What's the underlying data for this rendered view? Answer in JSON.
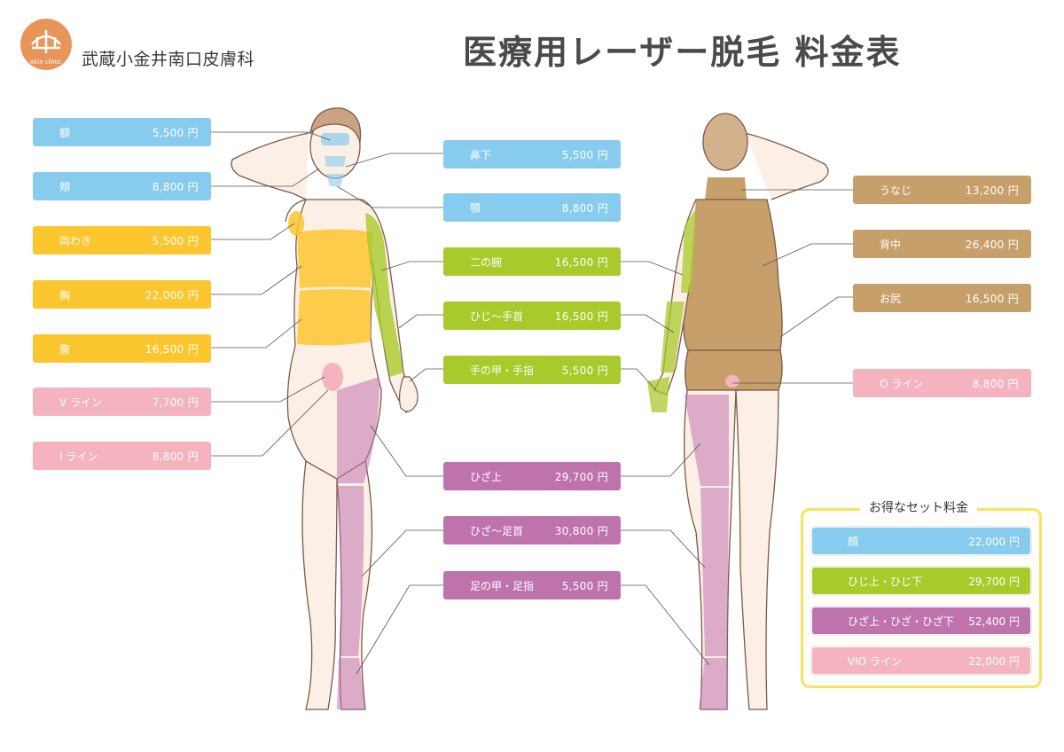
{
  "header": {
    "clinic_name": "武蔵小金井南口皮膚科",
    "title": "医療用レーザー脱毛 料金表",
    "logo_text": "skin clinic"
  },
  "colors": {
    "face": "#87ccee",
    "upper_body": "#fcc62e",
    "vio": "#f4b3bf",
    "arm": "#a8ca2b",
    "leg": "#bf73ad",
    "back": "#c79f6a",
    "set_border": "#f6e45e",
    "logo": "#e8955a"
  },
  "front_left": [
    {
      "label": "額",
      "price": "5,500 円"
    },
    {
      "label": "頬",
      "price": "8,800 円"
    },
    {
      "label": "両わき",
      "price": "5,500 円"
    },
    {
      "label": "胸",
      "price": "22,000 円"
    },
    {
      "label": "腹",
      "price": "16,500 円"
    },
    {
      "label": "V ライン",
      "price": "7,700 円"
    },
    {
      "label": "I ライン",
      "price": "8,800 円"
    }
  ],
  "center": [
    {
      "label": "鼻下",
      "price": "5,500 円"
    },
    {
      "label": "顎",
      "price": "8,800 円"
    },
    {
      "label": "二の腕",
      "price": "16,500 円"
    },
    {
      "label": "ひじ～手首",
      "price": "16,500 円"
    },
    {
      "label": "手の甲・手指",
      "price": "5,500 円"
    },
    {
      "label": "ひざ上",
      "price": "29,700 円"
    },
    {
      "label": "ひざ～足首",
      "price": "30,800 円"
    },
    {
      "label": "足の甲・足指",
      "price": "5,500 円"
    }
  ],
  "back_right": [
    {
      "label": "うなじ",
      "price": "13,200 円"
    },
    {
      "label": "背中",
      "price": "26,400 円"
    },
    {
      "label": "お尻",
      "price": "16,500 円"
    },
    {
      "label": "O ライン",
      "price": "8,800 円"
    }
  ],
  "set_prices": {
    "title": "お得なセット料金",
    "items": [
      {
        "label": "顔",
        "price": "22,000 円"
      },
      {
        "label": "ひじ上・ひじ下",
        "price": "29,700 円"
      },
      {
        "label": "ひざ上・ひざ・ひざ下",
        "price": "52,400 円"
      },
      {
        "label": "VIO ライン",
        "price": "22,000 円"
      }
    ]
  }
}
